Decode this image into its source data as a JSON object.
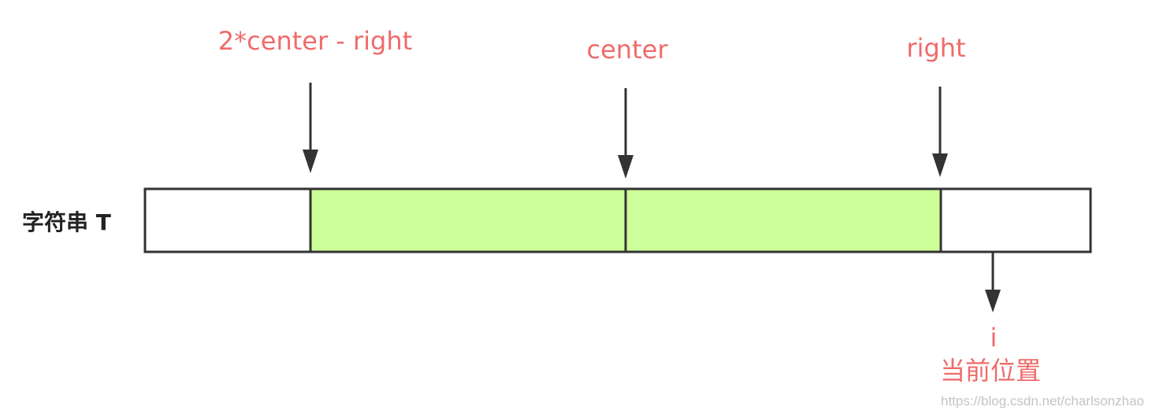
{
  "diagram": {
    "string_label": "字符串 T",
    "pointer_labels": {
      "mirror": "2*center - right",
      "center": "center",
      "right": "right"
    },
    "current": {
      "index_label": "i",
      "caption": "当前位置"
    },
    "watermark": "https://blog.csdn.net/charlsonzhao"
  },
  "colors": {
    "label_red": "#ef6b6b",
    "palindrome_fill": "#ccff99",
    "outline": "#333333",
    "watermark": "#c4c4c4"
  }
}
